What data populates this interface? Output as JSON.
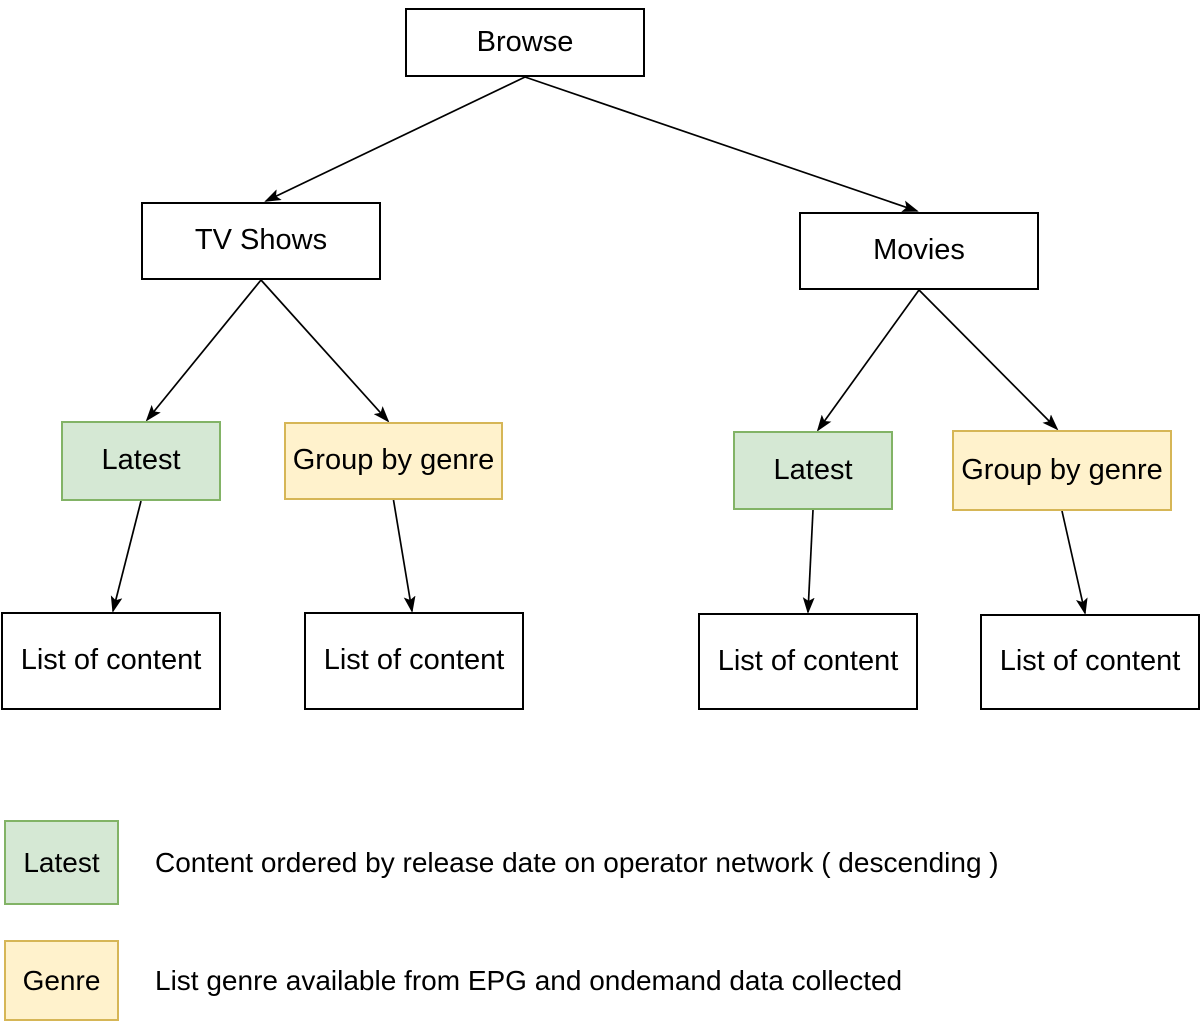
{
  "diagram": {
    "nodes": [
      {
        "id": "browse",
        "label": "Browse",
        "kind": "plain"
      },
      {
        "id": "tv-shows",
        "label": "TV Shows",
        "kind": "plain"
      },
      {
        "id": "movies",
        "label": "Movies",
        "kind": "plain"
      },
      {
        "id": "tv-latest",
        "label": "Latest",
        "kind": "latest"
      },
      {
        "id": "tv-genre",
        "label": "Group by genre",
        "kind": "genre"
      },
      {
        "id": "movies-latest",
        "label": "Latest",
        "kind": "latest"
      },
      {
        "id": "movies-genre",
        "label": "Group by genre",
        "kind": "genre"
      },
      {
        "id": "tv-latest-list",
        "label": "List of content",
        "kind": "plain"
      },
      {
        "id": "tv-genre-list",
        "label": "List of content",
        "kind": "plain"
      },
      {
        "id": "movies-latest-list",
        "label": "List of content",
        "kind": "plain"
      },
      {
        "id": "movies-genre-list",
        "label": "List of content",
        "kind": "plain"
      }
    ],
    "edges": [
      {
        "from": "browse",
        "to": "tv-shows"
      },
      {
        "from": "browse",
        "to": "movies"
      },
      {
        "from": "tv-shows",
        "to": "tv-latest"
      },
      {
        "from": "tv-shows",
        "to": "tv-genre"
      },
      {
        "from": "movies",
        "to": "movies-latest"
      },
      {
        "from": "movies",
        "to": "movies-genre"
      },
      {
        "from": "tv-latest",
        "to": "tv-latest-list"
      },
      {
        "from": "tv-genre",
        "to": "tv-genre-list"
      },
      {
        "from": "movies-latest",
        "to": "movies-latest-list"
      },
      {
        "from": "movies-genre",
        "to": "movies-genre-list"
      }
    ]
  },
  "legend": {
    "items": [
      {
        "swatch_label": "Latest",
        "kind": "latest",
        "description": "Content ordered by release date on operator network ( descending )"
      },
      {
        "swatch_label": "Genre",
        "kind": "genre",
        "description": "List genre available from EPG and ondemand data collected"
      }
    ]
  },
  "colors": {
    "latest_fill": "#d5e8d4",
    "latest_border": "#82b366",
    "genre_fill": "#fff2cc",
    "genre_border": "#d6b656",
    "plain_fill": "#ffffff",
    "plain_border": "#000000",
    "arrow": "#000000",
    "background": "#ffffff",
    "text": "#000000"
  }
}
